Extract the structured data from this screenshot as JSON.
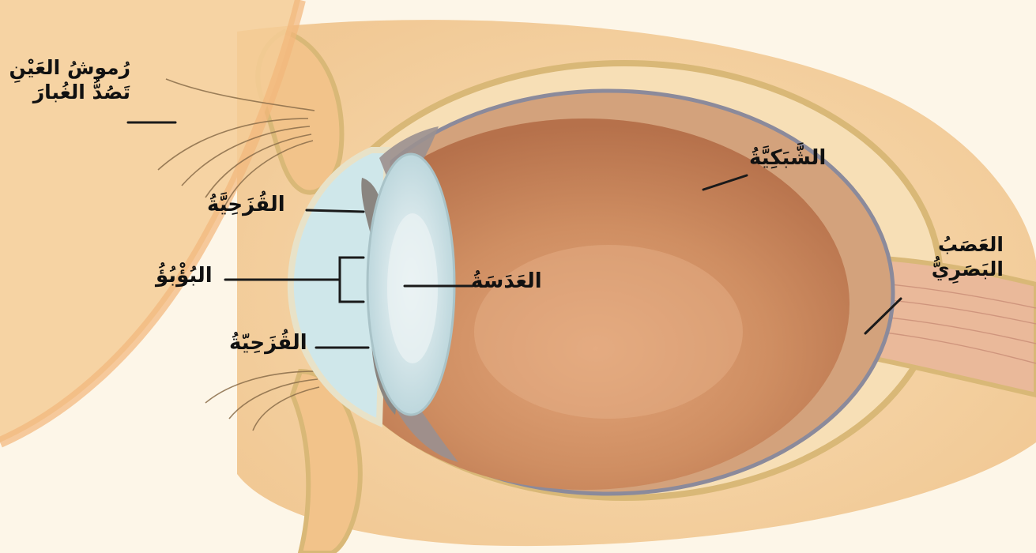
{
  "labels": {
    "eyelashes": {
      "line1": "رُموشُ العَيْنِ",
      "line2": "تَصُدُّ الغُبارَ"
    },
    "iris_top": "القُزَحِيَّةُ",
    "pupil": "البُؤْبُؤُ",
    "iris_bottom": "القُزَحِيّةُ",
    "lens": "العَدَسَةُ",
    "retina": "الشَّبَكِيَّةُ",
    "optic_nerve": {
      "line1": "العَصَبُ",
      "line2": "البَصَرِيُّ"
    }
  },
  "colors": {
    "background": "#fdf6e8",
    "skin": "#f3cf9c",
    "eyeball_interior": "#c8845a",
    "cornea": "#cfe7ea",
    "lens": "#d7e8ec",
    "iris": "#8a8580",
    "outline": "#d9b877",
    "leader_line": "#1a1a1a"
  }
}
